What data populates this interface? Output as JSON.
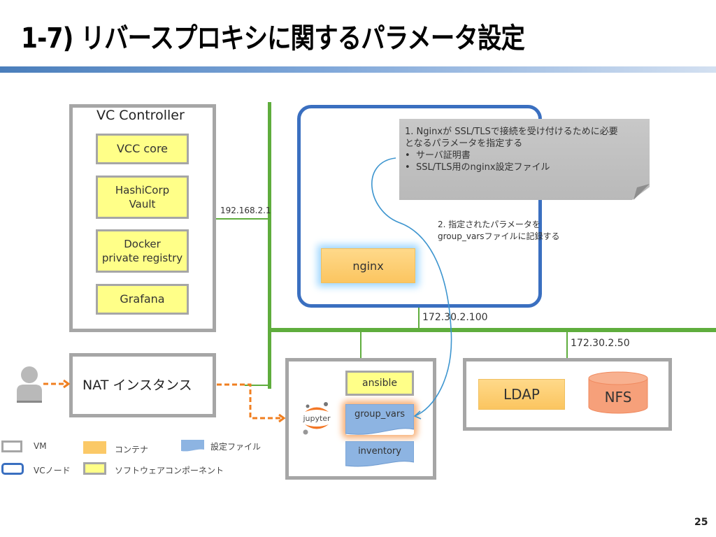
{
  "slide": {
    "title": "1-7) リバースプロキシに関するパラメータ設定",
    "page_number": "25"
  },
  "vc_controller": {
    "title": "VC Controller",
    "components": [
      "VCC core",
      "HashiCorp\nVault",
      "Docker\nprivate registry",
      "Grafana"
    ],
    "ip": "192.168.2.1"
  },
  "vc_node": {
    "container": "nginx",
    "ip": "172.30.2.100"
  },
  "note": {
    "line1": "1. Nginxが SSL/TLSで接続を受け付けるために必要",
    "line2": "となるパラメータを指定する",
    "bullets": [
      "サーバ証明書",
      "SSL/TLS用のnginx設定ファイル"
    ]
  },
  "annotation2": {
    "line1": "2. 指定されたパラメータを",
    "line2": "group_varsファイルに記録する"
  },
  "nat": {
    "label": "NAT インスタンス"
  },
  "jupyter_vm": {
    "logo": "jupyter",
    "software": "ansible",
    "files": [
      "group_vars",
      "inventory"
    ]
  },
  "storage_vm": {
    "ip": "172.30.2.50",
    "container": "LDAP",
    "db": "NFS"
  },
  "legend": {
    "vm": "VM",
    "vc_node": "VCノード",
    "container": "コンテナ",
    "software": "ソフトウェアコンポーネント",
    "config_file": "設定ファイル"
  },
  "colors": {
    "network": "#5fad3d",
    "vc_node_border": "#3a6fc0",
    "vm_border": "#a6a6a6",
    "software": "#ffff88",
    "container": "#fbc560",
    "config_file": "#8db4e2",
    "nfs": "#f6a07a",
    "flow_arrow": "#f07f20",
    "param_arrow": "#3d95cf"
  }
}
